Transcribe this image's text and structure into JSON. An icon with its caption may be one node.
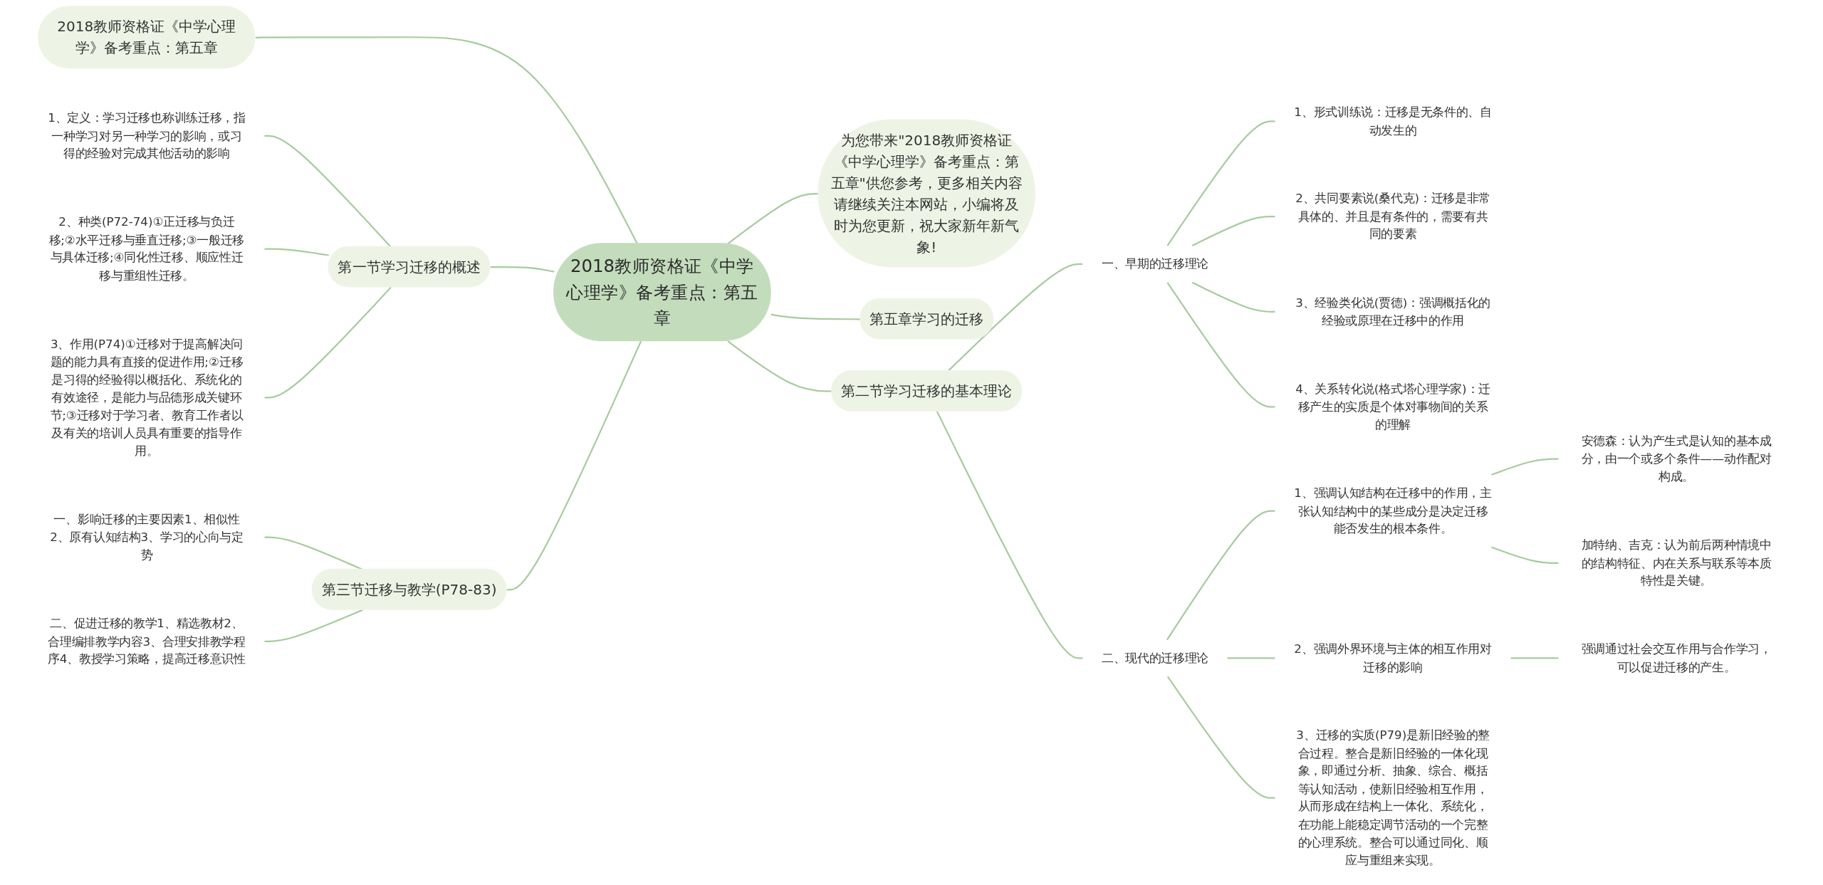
{
  "diagram": {
    "nodes": [
      {
        "text": [
          "2018教师资格证《中学心理学》备考重点：第五章"
        ]
      },
      {
        "text": [
          "2018教师资格证《中学心理学》备考重点：第五章"
        ]
      },
      {
        "text": [
          "第一节学习迁移的概述"
        ]
      },
      {
        "text": [
          "1、定义：学习迁移也称训练迁移，指一种学习对另一种学习的影响，或习得的经验对完成其他活动的影响"
        ]
      },
      {
        "text": [
          "2、种类(P72-74)①正迁移与负迁移;②水平迁移与垂直迁移;③一般迁移与具体迁移;④同化性迁移、顺应性迁移与重组性迁移。"
        ]
      },
      {
        "text": [
          "3、作用(P74)①迁移对于提高解决问题的能力具有直接的促进作用;②迁移是习得的经验得以概括化、系统化的有效途径，是能力与品德形成关键环节;③迁移对于学习者、教育工作者以及有关的培训人员具有重要的指导作用。"
        ]
      },
      {
        "text": [
          "第三节迁移与教学(P78-83)"
        ]
      },
      {
        "text": [
          "一、影响迁移的主要因素1、相似性2、原有认知结构3、学习的心向与定势"
        ]
      },
      {
        "text": [
          "二、促进迁移的教学1、精选教材2、合理编排教学内容3、合理安排教学程序4、教授学习策略，提高迁移意识性"
        ]
      },
      {
        "text": [
          "为您带来\"2018教师资格证《中学心理学》备考重点：第五章\"供您参考，更多相关内容请继续关注本网站，小编将及时为您更新，祝大家新年新气象!"
        ]
      },
      {
        "text": [
          "第五章学习的迁移"
        ]
      },
      {
        "text": [
          "第二节学习迁移的基本理论"
        ]
      },
      {
        "text": [
          "一、早期的迁移理论"
        ]
      },
      {
        "text": [
          "1、形式训练说：迁移是无条件的、自动发生的"
        ]
      },
      {
        "text": [
          "2、共同要素说(桑代克)：迁移是非常具体的、并且是有条件的，需要有共同的要素"
        ]
      },
      {
        "text": [
          "3、经验类化说(贾德)：强调概括化的经验或原理在迁移中的作用"
        ]
      },
      {
        "text": [
          "4、关系转化说(格式塔心理学家)：迁移产生的实质是个体对事物间的关系的理解"
        ]
      },
      {
        "text": [
          "二、现代的迁移理论"
        ]
      },
      {
        "text": [
          "1、强调认知结构在迁移中的作用，主张认知结构中的某些成分是决定迁移能否发生的根本条件。"
        ]
      },
      {
        "text": [
          "安德森：认为产生式是认知的基本成分，由一个或多个条件——动作配对构成。"
        ]
      },
      {
        "text": [
          "加特纳、吉克：认为前后两种情境中的结构特征、内在关系与联系等本质特性是关键。"
        ]
      },
      {
        "text": [
          "2、强调外界环境与主体的相互作用对迁移的影响"
        ]
      },
      {
        "text": [
          "强调通过社会交互作用与合作学习，可以促进迁移的产生。"
        ]
      },
      {
        "text": [
          "3、迁移的实质(P79)是新旧经验的整合过程。整合是新旧经验的一体化现象，即通过分析、抽象、综合、概括等认知活动，使新旧经验相互作用，从而形成在结构上一体化、系统化，在功能上能稳定调节活动的一个完整的心理系统。整合可以通过同化、顺应与重组来实现。"
        ]
      }
    ],
    "edges": [
      {
        "from": 1,
        "to": 0,
        "arrow": "none"
      },
      {
        "from": 2,
        "to": 0,
        "arrow": "none"
      },
      {
        "from": 3,
        "to": 2,
        "arrow": "none"
      },
      {
        "from": 4,
        "to": 2,
        "arrow": "none"
      },
      {
        "from": 5,
        "to": 2,
        "arrow": "none"
      },
      {
        "from": 6,
        "to": 0,
        "arrow": "none"
      },
      {
        "from": 7,
        "to": 6,
        "arrow": "none"
      },
      {
        "from": 8,
        "to": 6,
        "arrow": "none"
      },
      {
        "from": 0,
        "to": 9,
        "arrow": "none"
      },
      {
        "from": 0,
        "to": 10,
        "arrow": "none"
      },
      {
        "from": 0,
        "to": 11,
        "arrow": "none"
      },
      {
        "from": 11,
        "to": 12,
        "arrow": "none"
      },
      {
        "from": 12,
        "to": 13,
        "arrow": "none"
      },
      {
        "from": 12,
        "to": 14,
        "arrow": "none"
      },
      {
        "from": 12,
        "to": 15,
        "arrow": "none"
      },
      {
        "from": 12,
        "to": 16,
        "arrow": "none"
      },
      {
        "from": 11,
        "to": 17,
        "arrow": "none"
      },
      {
        "from": 17,
        "to": 18,
        "arrow": "none"
      },
      {
        "from": 18,
        "to": 19,
        "arrow": "none"
      },
      {
        "from": 18,
        "to": 20,
        "arrow": "none"
      },
      {
        "from": 17,
        "to": 21,
        "arrow": "none"
      },
      {
        "from": 21,
        "to": 22,
        "arrow": "none"
      },
      {
        "from": 17,
        "to": 23,
        "arrow": "none"
      }
    ]
  }
}
